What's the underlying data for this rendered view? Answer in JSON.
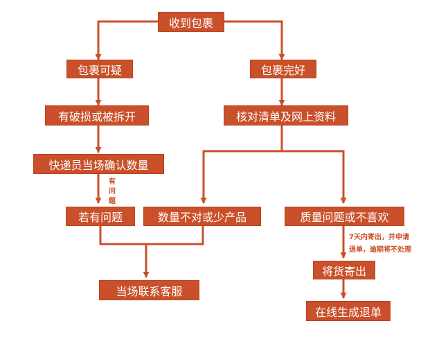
{
  "colors": {
    "node_fill": "#c9502a",
    "node_text": "#ffffff",
    "connector": "#c9502a",
    "note_text": "#c9502a"
  },
  "nodes": {
    "receive": "收到包裹",
    "suspect": "包裹可疑",
    "intact": "包裹完好",
    "damaged": "有破损或被拆开",
    "check_list": "核对清单及网上资料",
    "courier_confirm": "快递员当场确认数量",
    "problem": "若有问题",
    "qty_wrong": "数量不对或少产品",
    "quality": "质量问题或不喜欢",
    "contact_cs": "当场联系客服",
    "send_back": "将货寄出",
    "refund_online": "在线生成退单"
  },
  "notes": {
    "has_problem": [
      "有",
      "问",
      "题"
    ],
    "return_policy": [
      "7天内寄出，并申请",
      "退单，逾期将不处理"
    ]
  }
}
